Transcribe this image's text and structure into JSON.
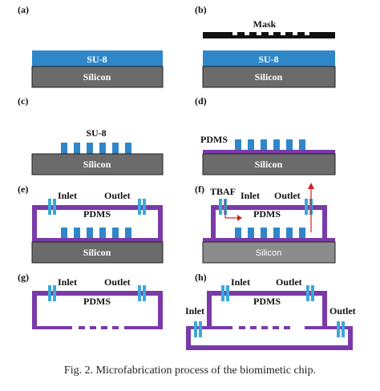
{
  "panels": {
    "a": "(a)",
    "b": "(b)",
    "c": "(c)",
    "d": "(d)",
    "e": "(e)",
    "f": "(f)",
    "g": "(g)",
    "h": "(h)"
  },
  "labels": {
    "mask": "Mask",
    "su8": "SU-8",
    "silicon": "Silicon",
    "pdms": "PDMS",
    "inlet": "Inlet",
    "outlet": "Outlet",
    "tbaf": "TBAF"
  },
  "colors": {
    "su8": "#2f86c9",
    "silicon": "#6b6b6b",
    "silicon_light": "#8c8c8c",
    "pdms": "#7a3aa8",
    "port": "#3aa9d9",
    "mask": "#111111",
    "arrow": "#d22020"
  },
  "caption": "Fig. 2.  Microfabrication process of the biomimetic chip."
}
